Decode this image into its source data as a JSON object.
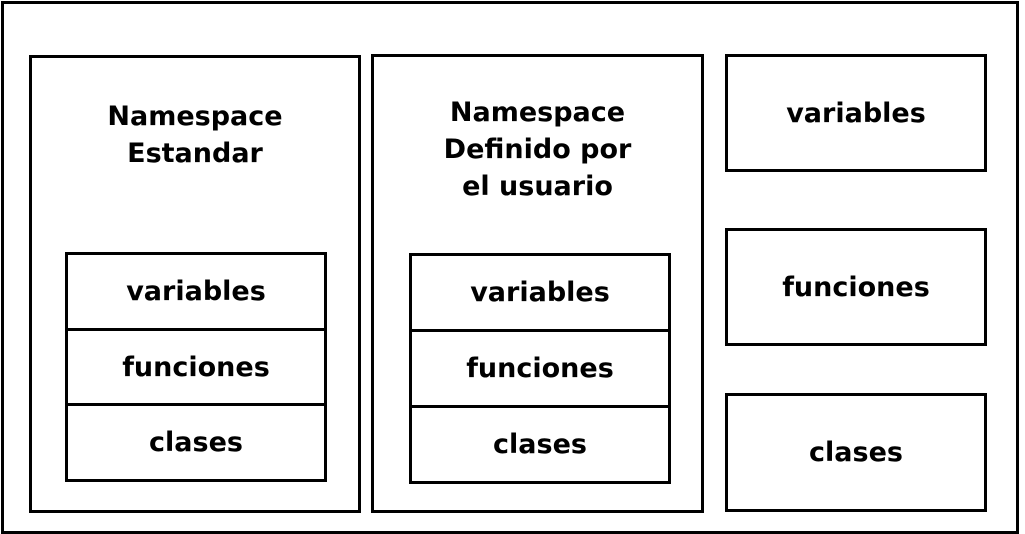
{
  "standard_namespace": {
    "title": "Namespace\nEstandar",
    "items": [
      "variables",
      "funciones",
      "clases"
    ]
  },
  "user_namespace": {
    "title": "Namespace\nDefinido por\nel usuario",
    "items": [
      "variables",
      "funciones",
      "clases"
    ]
  },
  "global_items": [
    "variables",
    "funciones",
    "clases"
  ]
}
